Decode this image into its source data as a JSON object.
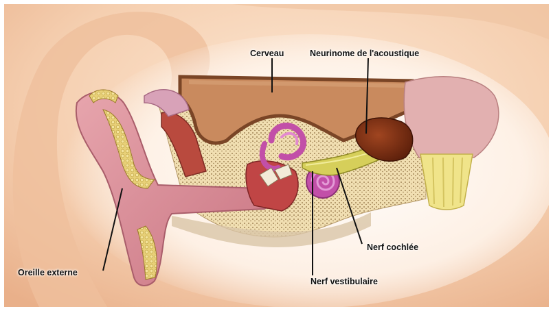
{
  "labels": {
    "cerveau": "Cerveau",
    "neurinome": "Neurinome de l'acoustique",
    "oreille_externe": "Oreille externe",
    "nerf_cochlee": "Nerf cochlée",
    "nerf_vestibulaire": "Nerf vestibulaire"
  },
  "colors": {
    "skin": "#f2c9a8",
    "ear_pink": "#d98e9a",
    "bone": "#f3e2b8",
    "brain": "#c98a5e",
    "tumor": "#7a2c12",
    "nerve_yellow": "#d6cf5a",
    "cochlea_magenta": "#c24fa8"
  }
}
